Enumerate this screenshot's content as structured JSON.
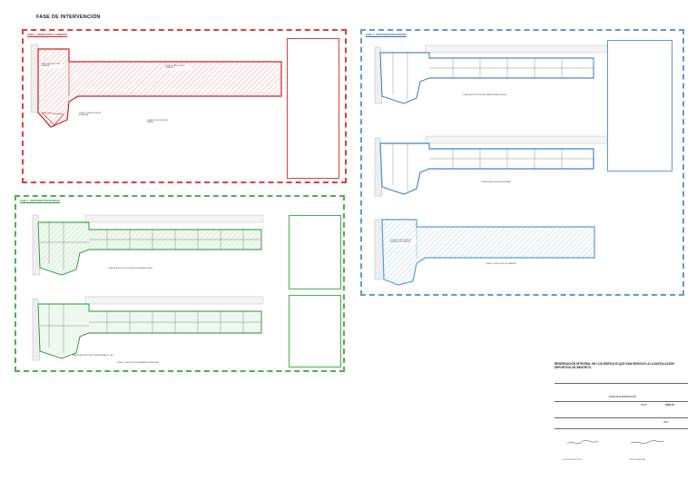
{
  "page_title": "FASE DE INTERVENCIÓN",
  "phases": [
    {
      "id": "fase-1",
      "label": "FASE 1 - DEMOLICIÓN Y CUBIERTA",
      "color": "#e63b3b",
      "plan_labels": [
        "ZONA 1.A DEMOLICIÓN CUBIERTA",
        "ZONA 1.B DEMOLICIÓN CUBIERTA",
        "ZONA 1.C DEMOLICIÓN DE ESCALERA",
        "ZONA 1.D EJECUCIÓN DE RAMPA"
      ]
    },
    {
      "id": "fase-2",
      "label": "FASE 2 - INTERVENCIÓN INTERIOR",
      "color": "#4caf50",
      "plan_labels": [
        "ZONA 2.A EJECUCIÓN DE REDES DE INSTALACIONES",
        "ZONA 2.B REPOSICIÓN DE CARPINTERÍA INT. - ALL",
        "ZONA 2.C EJECUCIÓN DE ACABADOS INTERIORES"
      ]
    },
    {
      "id": "fase-3",
      "label": "FASE 3 - INTERVENCIÓN EXTERIOR",
      "color": "#5a9bd8",
      "plan_labels": [
        "ZONA 3.A SUSTITUCIÓN DE CARPINTERÍA EXTERIOR",
        "ZONA 3.B EJECUCIÓN DE FACHADA",
        "ZONA 3.C EJECUCIÓN DE CUBIERTA",
        "ZONA 3.D EJECUCIÓN DE REMATES DE CUBIERTA"
      ]
    }
  ],
  "title_block": {
    "project": "RESERVACIÓN INTEGRAL DE LOS EDIFICIOS QUE DAN SERVICIO A LA INSTALACIÓN DEPORTIVA DE BEATRITX",
    "plan_name": "FASE DE INTERVENCIÓN",
    "scale": "1/150",
    "sheet": "AR02.04",
    "date": "2023",
    "authors": [
      "AUTOR DEL PROYECTO",
      "TÉCNICO MUNICIPAL"
    ]
  }
}
